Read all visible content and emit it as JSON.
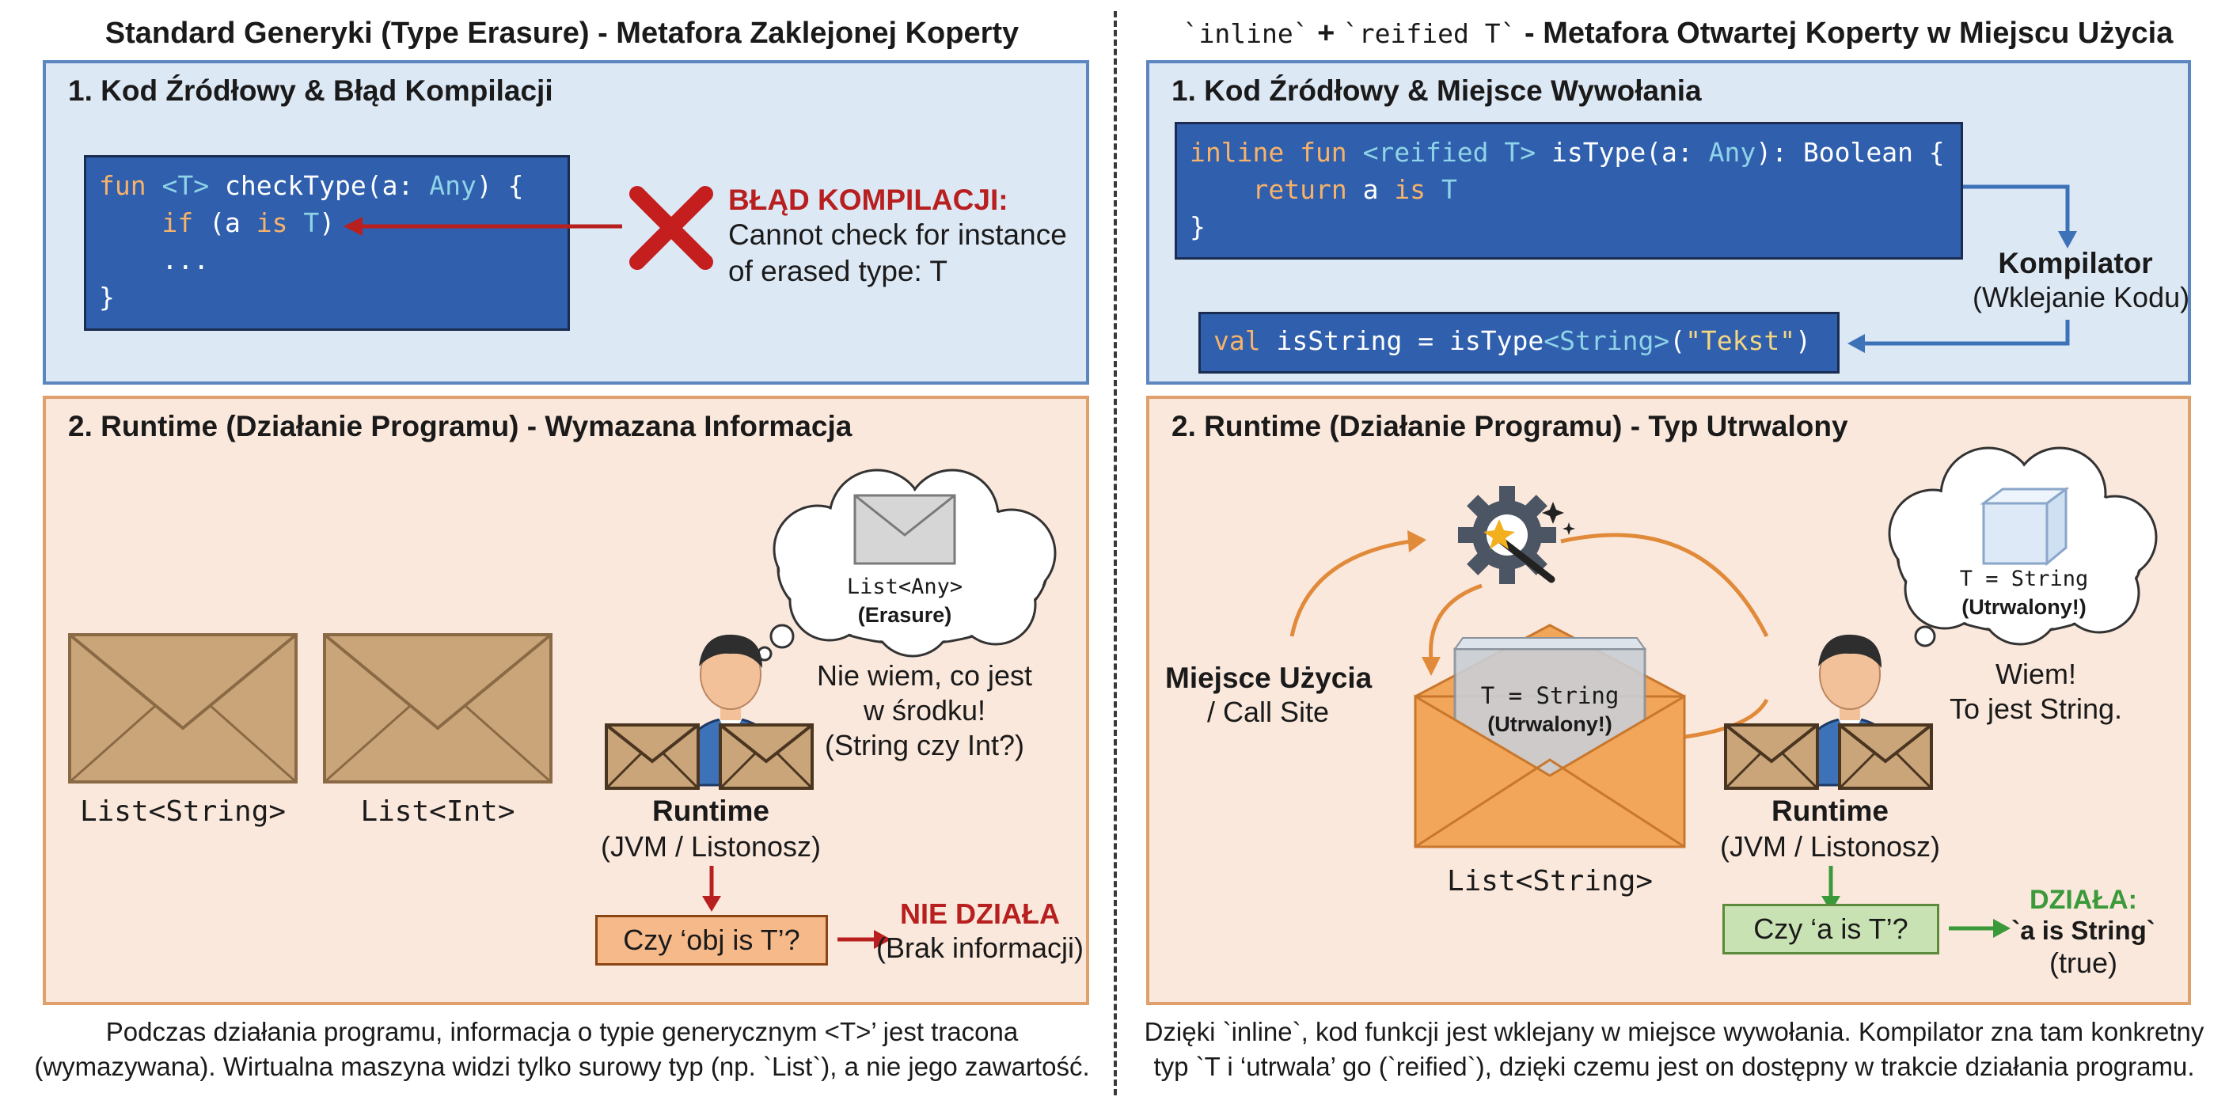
{
  "left": {
    "title": "Standard Generyki (Type Erasure) - Metafora Zaklejonej Koperty",
    "panel1": {
      "title": "1. Kod Źródłowy & Błąd Kompilacji",
      "code": {
        "l1_kw": "fun",
        "l1_ty": "<T>",
        "l1_mid": " checkType(a: ",
        "l1_ty2": "Any",
        "l1_end": ") {",
        "l2_indent": "    ",
        "l2_kw": "if",
        "l2_mid": " (a ",
        "l2_kw2": "is",
        "l2_sp": " ",
        "l2_ty": "T",
        "l2_end": ")",
        "l3": "    ...",
        "l4": "}"
      },
      "error_title": "BŁĄD KOMPILACJI:",
      "error_line1": "Cannot check for instance",
      "error_line2": "of erased type: T"
    },
    "panel2": {
      "title": "2. Runtime (Działanie Programu) - Wymazana Informacja",
      "envelope1_label": "List<String>",
      "envelope2_label": "List<Int>",
      "thought_type": "List<Any>",
      "thought_note": "(Erasure)",
      "speech_line1": "Nie wiem, co jest",
      "speech_line2": "w środku!",
      "speech_line3": "(String czy Int?)",
      "runtime_title": "Runtime",
      "runtime_sub": "(JVM / Listonosz)",
      "question": "Czy ‘obj is T’?",
      "result_title": "NIE DZIAŁA",
      "result_sub": "(Brak informacji)"
    },
    "bottom_line1": "Podczas działania programu, informacja o typie generycznym <T>’ jest tracona",
    "bottom_line2": "(wymazywana). Wirtualna maszyna widzi tylko surowy typ (np. `List`), a nie jego zawartość."
  },
  "right": {
    "title_code1": "`inline`",
    "title_plus": " + ",
    "title_code2": "`reified T`",
    "title_rest": " - Metafora Otwartej Koperty w Miejscu Użycia",
    "panel1": {
      "title": "1. Kod Źródłowy & Miejsce Wywołania",
      "code": {
        "l1_kw": "inline fun",
        "l1_sp": " ",
        "l1_ty": "<reified T>",
        "l1_mid": " isType(a: ",
        "l1_ty2": "Any",
        "l1_end": "): Boolean {",
        "l2_indent": "    ",
        "l2_kw": "return",
        "l2_mid": " a ",
        "l2_kw2": "is",
        "l2_sp": " ",
        "l2_ty": "T",
        "l3": "}"
      },
      "call": {
        "kw": "val",
        "mid": " isString = isType",
        "ty": "<String>",
        "p1": "(",
        "st": "\"Tekst\"",
        "p2": ")"
      },
      "compiler_title": "Kompilator",
      "compiler_sub": "(Wklejanie Kodu)"
    },
    "panel2": {
      "title": "2. Runtime (Działanie Programu) - Typ Utrwalony",
      "callsite_title": "Miejsce Użycia",
      "callsite_sub": "/ Call Site",
      "card_type": "T = String",
      "card_note": "(Utrwalony!)",
      "envelope_label": "List<String>",
      "thought_type": "T = String",
      "thought_note": "(Utrwalony!)",
      "speech_line1": "Wiem!",
      "speech_line2": "To jest String.",
      "runtime_title": "Runtime",
      "runtime_sub": "(JVM / Listonosz)",
      "question": "Czy ‘a is T’?",
      "result_title": "DZIAŁA:",
      "result_code": "`a is String`",
      "result_sub": "(true)"
    },
    "bottom_line1": "Dzięki `inline`, kod funkcji jest wklejany w miejsce wywołania. Kompilator zna tam konkretny",
    "bottom_line2": "typ `T i ‘utrwala’ go (`reified`), dzięki czemu jest on dostępny w trakcie działania programu."
  },
  "colors": {
    "blue_panel": "#dde8f5",
    "orange_panel": "#fbe8dc",
    "code_bg": "#2f5fad",
    "error_red": "#b81f1f",
    "success_green": "#3a9a3a",
    "envelope_brown": "#caa57a",
    "envelope_orange": "#f2a65a"
  },
  "icons": [
    "cross-icon",
    "envelope-icon",
    "person-icon",
    "thought-cloud-icon",
    "gear-wand-icon",
    "cube-icon",
    "arrow-icon"
  ]
}
